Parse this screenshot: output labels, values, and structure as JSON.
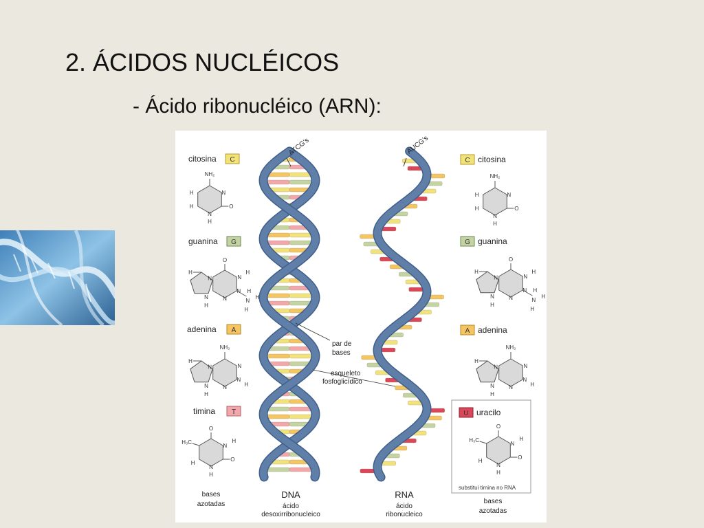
{
  "slide": {
    "title": "2. ÁCIDOS NUCLÉICOS",
    "subtitle": "- Ácido ribonucléico (ARN):"
  },
  "figure": {
    "bases_left": [
      {
        "name": "citosina",
        "letter": "C",
        "color": "#f2e27a"
      },
      {
        "name": "guanina",
        "letter": "G",
        "color": "#c3d3a4"
      },
      {
        "name": "adenina",
        "letter": "A",
        "color": "#f5c561"
      },
      {
        "name": "timina",
        "letter": "T",
        "color": "#f1a7ac"
      }
    ],
    "bases_right": [
      {
        "name": "citosina",
        "letter": "C",
        "color": "#f2e27a"
      },
      {
        "name": "guanina",
        "letter": "G",
        "color": "#c3d3a4"
      },
      {
        "name": "adenina",
        "letter": "A",
        "color": "#f5c561"
      },
      {
        "name": "uracilo",
        "letter": "U",
        "color": "#d9485a"
      }
    ],
    "dna_arrow_label": "ATCG's",
    "rna_arrow_label": "AUCG's",
    "annotation_pair": [
      "par de",
      "bases"
    ],
    "annotation_backbone": [
      "esqueleto",
      "fosfoglicídico"
    ],
    "uracil_note": "substitui timina no RNA",
    "captions": {
      "left_bases": [
        "bases",
        "azotadas"
      ],
      "right_bases": [
        "bases",
        "azotadas"
      ],
      "dna": [
        "DNA",
        "ácido",
        "desoxirribonucleico"
      ],
      "rna": [
        "RNA",
        "ácido",
        "ribonucleico"
      ]
    },
    "atoms": {
      "nh2": "NH₂",
      "h": "H",
      "n": "N",
      "o": "O",
      "c": "C",
      "h3c": "H₃C"
    },
    "colors": {
      "backbone": "#5f7fa8",
      "backbone_dark": "#3f5f8a"
    }
  }
}
